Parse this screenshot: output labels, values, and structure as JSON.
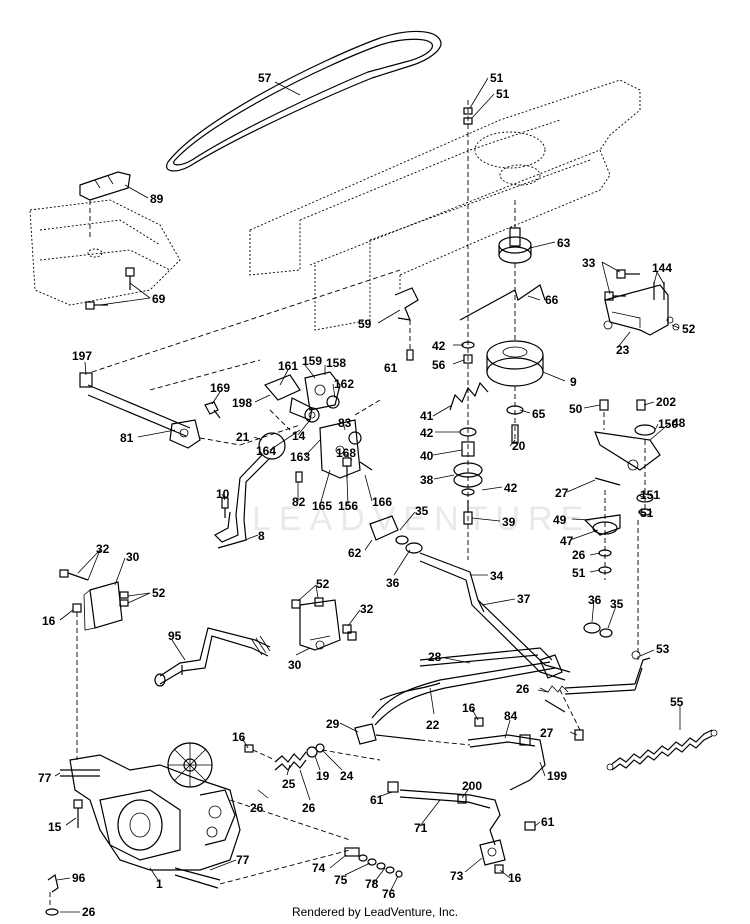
{
  "watermark": "LEADVENTURE",
  "footer": "Rendered by LeadVenture, Inc.",
  "part_labels": [
    "57",
    "51",
    "51",
    "89",
    "69",
    "63",
    "33",
    "144",
    "66",
    "59",
    "42",
    "61",
    "56",
    "52",
    "23",
    "9",
    "197",
    "169",
    "161",
    "159",
    "158",
    "162",
    "198",
    "81",
    "41",
    "65",
    "50",
    "202",
    "150",
    "14",
    "164",
    "83",
    "42",
    "20",
    "163",
    "48",
    "21",
    "168",
    "40",
    "10",
    "82",
    "165",
    "156",
    "166",
    "38",
    "42",
    "27",
    "151",
    "35",
    "8",
    "39",
    "49",
    "51",
    "62",
    "36",
    "47",
    "26",
    "51",
    "32",
    "30",
    "34",
    "37",
    "16",
    "52",
    "52",
    "32",
    "36",
    "35",
    "95",
    "30",
    "53",
    "28",
    "26",
    "29",
    "22",
    "16",
    "84",
    "55",
    "27",
    "16",
    "77",
    "25",
    "19",
    "24",
    "26",
    "26",
    "199",
    "61",
    "200",
    "15",
    "71",
    "61",
    "74",
    "77",
    "75",
    "78",
    "76",
    "73",
    "16",
    "96",
    "26",
    "1"
  ]
}
